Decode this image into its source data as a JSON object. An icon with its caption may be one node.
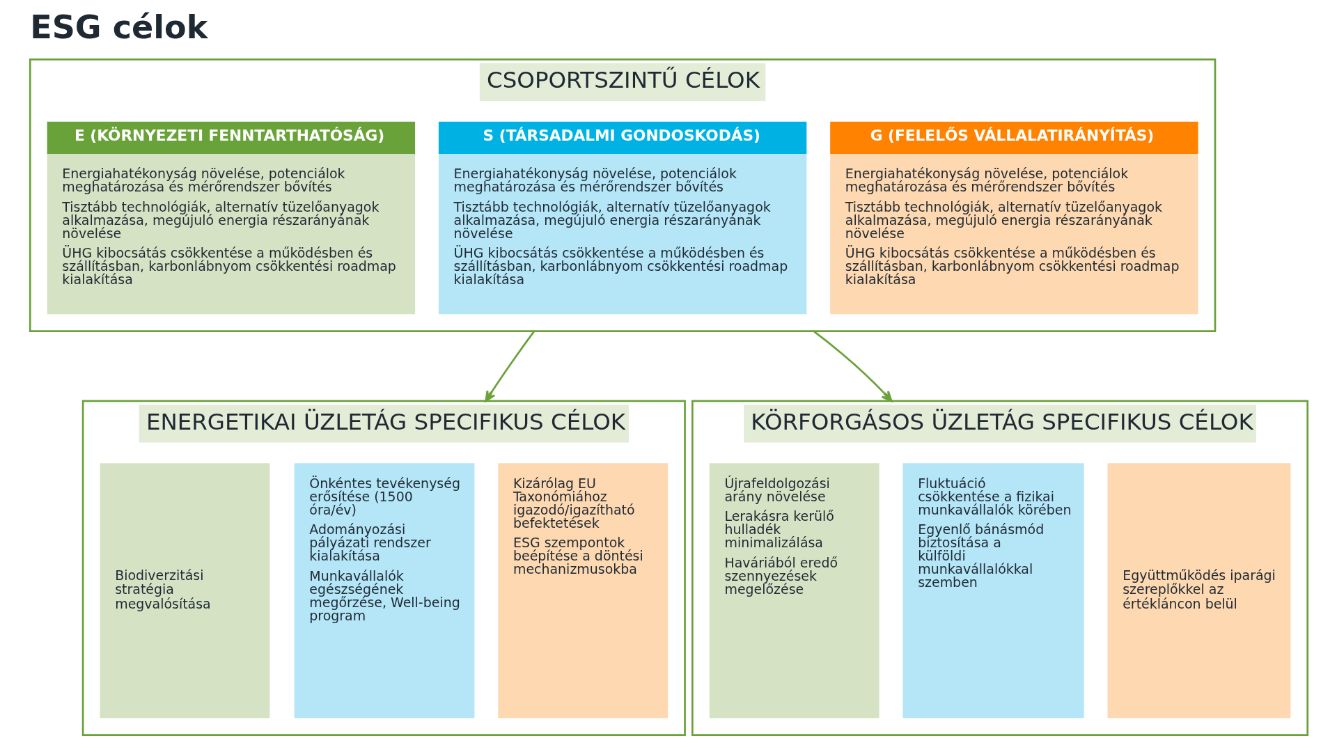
{
  "diagram": {
    "title": "ESG célok",
    "nodes": [
      {
        "text": [
          "CSOPORTSZINTŰ CÉLOK"
        ]
      },
      {
        "text": [
          "E (KÖRNYEZETI FENNTARTHATÓSÁG)",
          "Energiahatékonyság növelése, potenciálok meghatározása és mérőrendszer bővítés",
          "Tisztább technológiák, alternatív tüzelőanyagok alkalmazása, megújuló energia részarányának növelése",
          "ÜHG kibocsátás csökkentése a működésben és szállításban, karbonlábnyom csökkentési roadmap kialakítása"
        ],
        "in": 0
      },
      {
        "text": [
          "S (TÁRSADALMI GONDOSKODÁS)",
          "Energiahatékonyság növelése, potenciálok meghatározása és mérőrendszer bővítés",
          "Tisztább technológiák, alternatív tüzelőanyagok alkalmazása, megújuló energia részarányának növelése",
          "ÜHG kibocsátás csökkentése a működésben és szállításban, karbonlábnyom csökkentési roadmap kialakítása"
        ],
        "in": 0
      },
      {
        "text": [
          "G (FELELŐS VÁLLALATIRÁNYÍTÁS)",
          "Energiahatékonyság növelése, potenciálok meghatározása és mérőrendszer bővítés",
          "Tisztább technológiák, alternatív tüzelőanyagok alkalmazása, megújuló energia részarányának növelése",
          "ÜHG kibocsátás csökkentése a működésben és szállításban, karbonlábnyom csökkentési roadmap kialakítása"
        ],
        "in": 0
      },
      {
        "text": [
          "ENERGETIKAI ÜZLETÁG SPECIFIKUS CÉLOK"
        ]
      },
      {
        "text": [
          "Biodiverzitási stratégia megvalósítása"
        ],
        "in": 4
      },
      {
        "text": [
          "Önkéntes tevékenység erősítése (1500 óra/év)",
          "Adományozási pályázati rendszer kialakítása",
          "Munkavállalók egészségének megőrzése, Well-being program"
        ],
        "in": 4
      },
      {
        "text": [
          "Kizárólag EU Taxonómiához igazodó/igazítható befektetések",
          "ESG szempontok beépítése a döntési mechanizmusokba"
        ],
        "in": 4
      },
      {
        "text": [
          "KÖRFORGÁSOS ÜZLETÁG SPECIFIKUS CÉLOK"
        ]
      },
      {
        "text": [
          "Újrafeldolgozási arány növelése",
          "Lerakásra kerülő hulladék minimalizálása",
          "Haváriából eredő szennyezések megelőzése"
        ],
        "in": 8
      },
      {
        "text": [
          "Fluktuáció csökkentése a fizikai munkavállalók körében",
          "Egyenlő bánásmód biztosítása a külföldi munkavállalókkal szemben"
        ],
        "in": 8
      },
      {
        "text": [
          "Együttműködés iparági szereplőkkel az értékláncon belül"
        ],
        "in": 8
      }
    ],
    "edges": [
      {
        "from": 0,
        "to": 4,
        "arrow": "to"
      },
      {
        "from": 0,
        "to": 8,
        "arrow": "to"
      }
    ]
  }
}
